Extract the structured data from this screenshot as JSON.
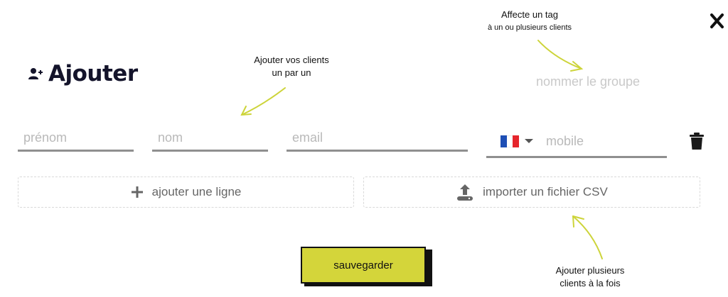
{
  "modal": {
    "title": "Ajouter",
    "group_placeholder": "nommer le groupe",
    "close_label": "X"
  },
  "form": {
    "firstname_placeholder": "prénom",
    "lastname_placeholder": "nom",
    "email_placeholder": "email",
    "mobile_placeholder": "mobile",
    "country_flag": "FR"
  },
  "actions": {
    "add_row_label": "ajouter une ligne",
    "import_csv_label": "importer un fichier CSV",
    "save_label": "sauvegarder"
  },
  "annotations": {
    "tag_line1": "Affecte un tag",
    "tag_line2": "à un ou plusieurs clients",
    "add_line1": "Ajouter vos clients",
    "add_line2": "un par un",
    "bulk_line1": "Ajouter plusieurs",
    "bulk_line2": "clients à la fois"
  },
  "colors": {
    "accent": "#d4d53a",
    "annotation_arrow": "#cdd43a",
    "title": "#14142b"
  }
}
